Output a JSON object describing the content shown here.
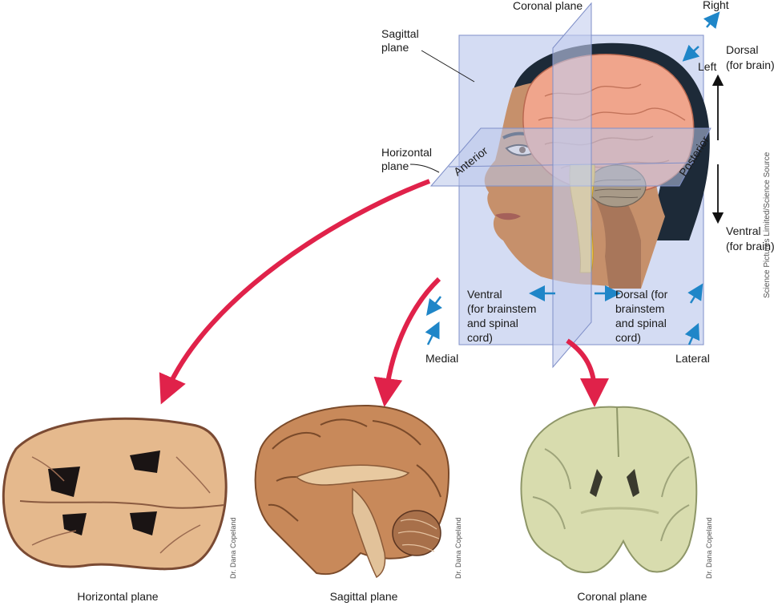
{
  "labels": {
    "coronal_plane": "Coronal plane",
    "sagittal_plane_line1": "Sagittal",
    "sagittal_plane_line2": "plane",
    "horizontal_plane_line1": "Horizontal",
    "horizontal_plane_line2": "plane",
    "anterior": "Anterior",
    "posterior": "Posterior",
    "right": "Right",
    "left": "Left",
    "dorsal_brain_line1": "Dorsal",
    "dorsal_brain_line2": "(for brain)",
    "ventral_brain_line1": "Ventral",
    "ventral_brain_line2": "(for brain)",
    "ventral_stem_lines": [
      "Ventral",
      "(for brainstem",
      "and spinal",
      "cord)"
    ],
    "dorsal_stem_lines": [
      "Dorsal (for",
      "brainstem",
      "and spinal",
      "cord)"
    ],
    "medial": "Medial",
    "lateral": "Lateral"
  },
  "credits": {
    "science_source": "Science Pictures Limited/Science Source",
    "photo1": "Dr. Dana Copeland",
    "photo2": "Dr. Dana Copeland",
    "photo3": "Dr. Dana Copeland"
  },
  "captions": {
    "horizontal": "Horizontal plane",
    "sagittal": "Sagittal plane",
    "coronal": "Coronal plane"
  },
  "colors": {
    "plane_fill": "#b9c6ea",
    "plane_stroke": "#7f8fc8",
    "arrow_red": "#e0224a",
    "arrow_blue": "#1f86c8",
    "brain_pink": "#f0a58c",
    "hair": "#1d2a38",
    "skin": "#c6906b"
  }
}
